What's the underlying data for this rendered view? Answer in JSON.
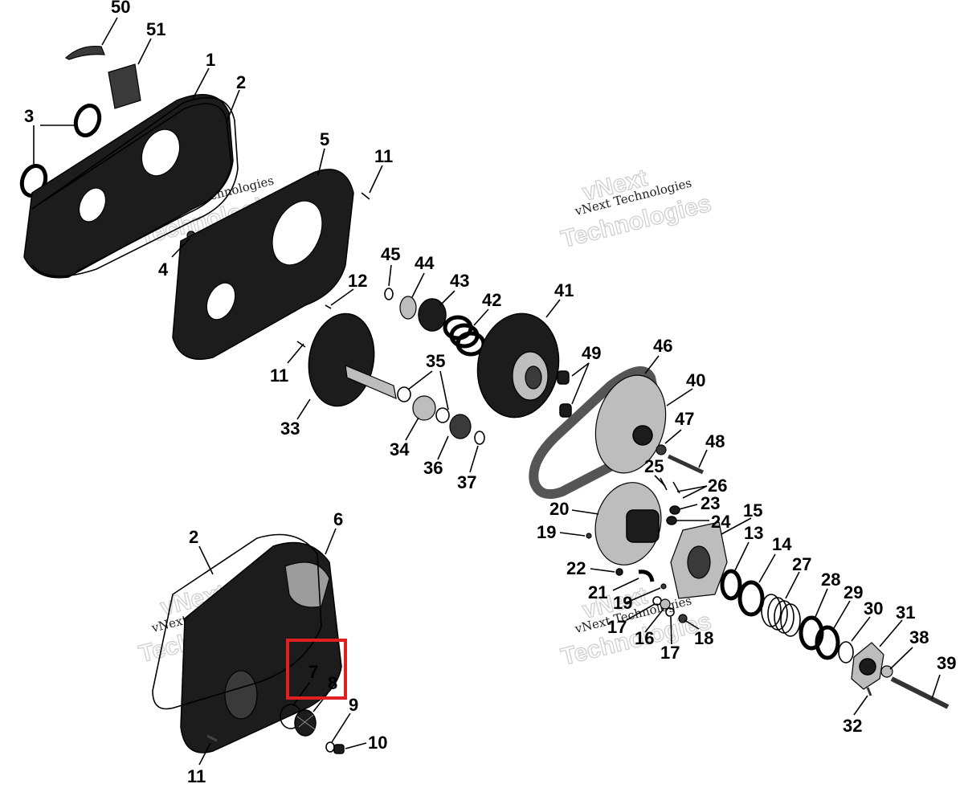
{
  "watermark": {
    "line1": "vNext",
    "line2": "Technologies",
    "small": "vNext Technologies"
  },
  "highlight_color": "#e0201f",
  "highlighted_callouts": [
    "7",
    "8"
  ],
  "callouts": [
    {
      "id": "c50",
      "label": "50"
    },
    {
      "id": "c51",
      "label": "51"
    },
    {
      "id": "c1",
      "label": "1"
    },
    {
      "id": "c2a",
      "label": "2"
    },
    {
      "id": "c3",
      "label": "3"
    },
    {
      "id": "c5",
      "label": "5"
    },
    {
      "id": "c11a",
      "label": "11"
    },
    {
      "id": "c4",
      "label": "4"
    },
    {
      "id": "c45",
      "label": "45"
    },
    {
      "id": "c44",
      "label": "44"
    },
    {
      "id": "c43",
      "label": "43"
    },
    {
      "id": "c12",
      "label": "12"
    },
    {
      "id": "c42",
      "label": "42"
    },
    {
      "id": "c41",
      "label": "41"
    },
    {
      "id": "c11b",
      "label": "11"
    },
    {
      "id": "c35",
      "label": "35"
    },
    {
      "id": "c49",
      "label": "49"
    },
    {
      "id": "c46",
      "label": "46"
    },
    {
      "id": "c40",
      "label": "40"
    },
    {
      "id": "c33",
      "label": "33"
    },
    {
      "id": "c34",
      "label": "34"
    },
    {
      "id": "c36",
      "label": "36"
    },
    {
      "id": "c37",
      "label": "37"
    },
    {
      "id": "c47",
      "label": "47"
    },
    {
      "id": "c48",
      "label": "48"
    },
    {
      "id": "c25",
      "label": "25"
    },
    {
      "id": "c26",
      "label": "26"
    },
    {
      "id": "c20",
      "label": "20"
    },
    {
      "id": "c23",
      "label": "23"
    },
    {
      "id": "c15",
      "label": "15"
    },
    {
      "id": "c24",
      "label": "24"
    },
    {
      "id": "c19a",
      "label": "19"
    },
    {
      "id": "c13",
      "label": "13"
    },
    {
      "id": "c14",
      "label": "14"
    },
    {
      "id": "c6",
      "label": "6"
    },
    {
      "id": "c2b",
      "label": "2"
    },
    {
      "id": "c22",
      "label": "22"
    },
    {
      "id": "c27",
      "label": "27"
    },
    {
      "id": "c21",
      "label": "21"
    },
    {
      "id": "c19b",
      "label": "19"
    },
    {
      "id": "c28",
      "label": "28"
    },
    {
      "id": "c29",
      "label": "29"
    },
    {
      "id": "c30",
      "label": "30"
    },
    {
      "id": "c31",
      "label": "31"
    },
    {
      "id": "c17a",
      "label": "17"
    },
    {
      "id": "c16",
      "label": "16"
    },
    {
      "id": "c18",
      "label": "18"
    },
    {
      "id": "c38",
      "label": "38"
    },
    {
      "id": "c17b",
      "label": "17"
    },
    {
      "id": "c39",
      "label": "39"
    },
    {
      "id": "c7",
      "label": "7"
    },
    {
      "id": "c8",
      "label": "8"
    },
    {
      "id": "c9",
      "label": "9"
    },
    {
      "id": "c10",
      "label": "10"
    },
    {
      "id": "c32",
      "label": "32"
    },
    {
      "id": "c11c",
      "label": "11"
    }
  ]
}
